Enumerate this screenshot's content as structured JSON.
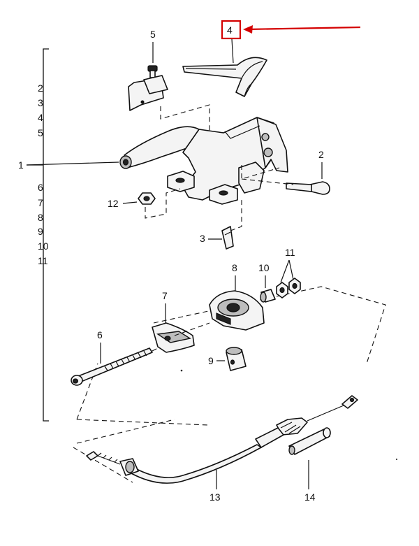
{
  "diagram": {
    "callouts": {
      "c1": "1",
      "c2": "2",
      "c3": "3",
      "c4": "4",
      "c5": "5",
      "c6": "6",
      "c7": "7",
      "c8": "8",
      "c9": "9",
      "c10": "10",
      "c11": "11",
      "c12": "12",
      "c13": "13",
      "c14": "14"
    },
    "group_list": [
      "2",
      "3",
      "4",
      "5",
      "6",
      "7",
      "8",
      "9",
      "10",
      "11"
    ],
    "highlight": {
      "target": "4",
      "color": "#d40000"
    }
  }
}
